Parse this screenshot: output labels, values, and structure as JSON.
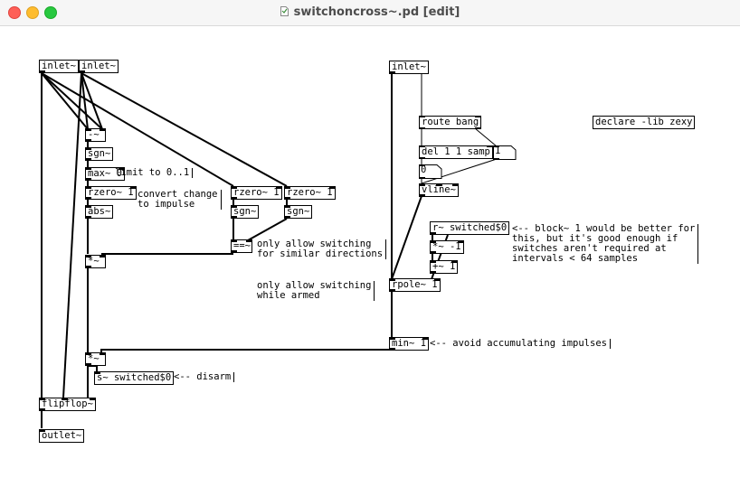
{
  "window": {
    "title": "switchoncross~.pd [edit]",
    "icon": "document-icon"
  },
  "objects": {
    "inlet_a": "inlet~",
    "inlet_b": "inlet~",
    "inlet_c": "inlet~",
    "sub": "-~",
    "sgn1": "sgn~",
    "max": "max~ 0",
    "rzero1": "rzero~ 1",
    "abs": "abs~",
    "rzero2": "rzero~ 1",
    "rzero3": "rzero~ 1",
    "sgn2": "sgn~",
    "sgn3": "sgn~",
    "eq": "==~",
    "mul1": "*~",
    "mul2": "*~",
    "send": "s~ switched$0",
    "flipflop": "flipflop~",
    "outlet": "outlet~",
    "route": "route bang",
    "del": "del 1 1 samp",
    "vline": "vline~",
    "receive": "r~ switched$0",
    "mulneg": "*~ -1",
    "add1": "+~ 1",
    "rpole": "rpole~ 1",
    "min": "min~ 1",
    "declare": "declare -lib zexy"
  },
  "numbers": {
    "num1": "1",
    "num0": "0"
  },
  "comments": {
    "limit": "limit to 0..1",
    "convert": "convert change\nto impulse",
    "allow_similar": "only allow switching\nfor similar directions",
    "allow_armed": "only allow switching\nwhile armed",
    "disarm": "<-- disarm",
    "avoid": "<-- avoid accumulating impulses",
    "block": "<-- block~ 1 would be better for\nthis, but it's good enough if\nswitches aren't required at\nintervals < 64 samples"
  }
}
